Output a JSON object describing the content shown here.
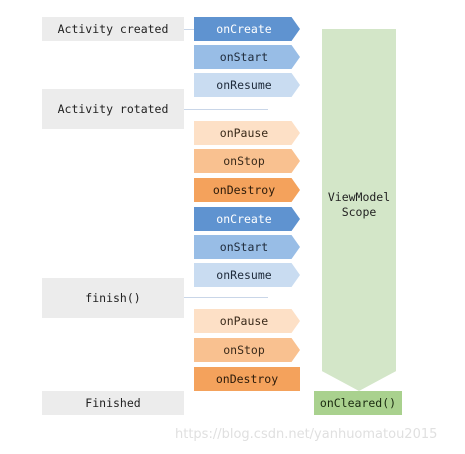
{
  "events": {
    "created": "Activity created",
    "rotated": "Activity rotated",
    "finish": "finish()",
    "finished": "Finished"
  },
  "steps": [
    {
      "label": "onCreate",
      "color": "#5f93d0"
    },
    {
      "label": "onStart",
      "color": "#98bde6"
    },
    {
      "label": "onResume",
      "color": "#c9dcf1"
    },
    {
      "label": "onPause",
      "color": "#fde0c6"
    },
    {
      "label": "onStop",
      "color": "#f9c190"
    },
    {
      "label": "onDestroy",
      "color": "#f4a25c"
    },
    {
      "label": "onCreate",
      "color": "#5f93d0"
    },
    {
      "label": "onStart",
      "color": "#98bde6"
    },
    {
      "label": "onResume",
      "color": "#c9dcf1"
    },
    {
      "label": "onPause",
      "color": "#fde0c6"
    },
    {
      "label": "onStop",
      "color": "#f9c190"
    },
    {
      "label": "onDestroy",
      "color": "#f4a25c"
    }
  ],
  "scope": {
    "line1": "ViewModel",
    "line2": "Scope",
    "color": "#d3e6c8"
  },
  "cleared": {
    "label": "onCleared()",
    "color": "#a9d18e"
  },
  "watermark": "https://blog.csdn.net/yanhuomatou2015"
}
